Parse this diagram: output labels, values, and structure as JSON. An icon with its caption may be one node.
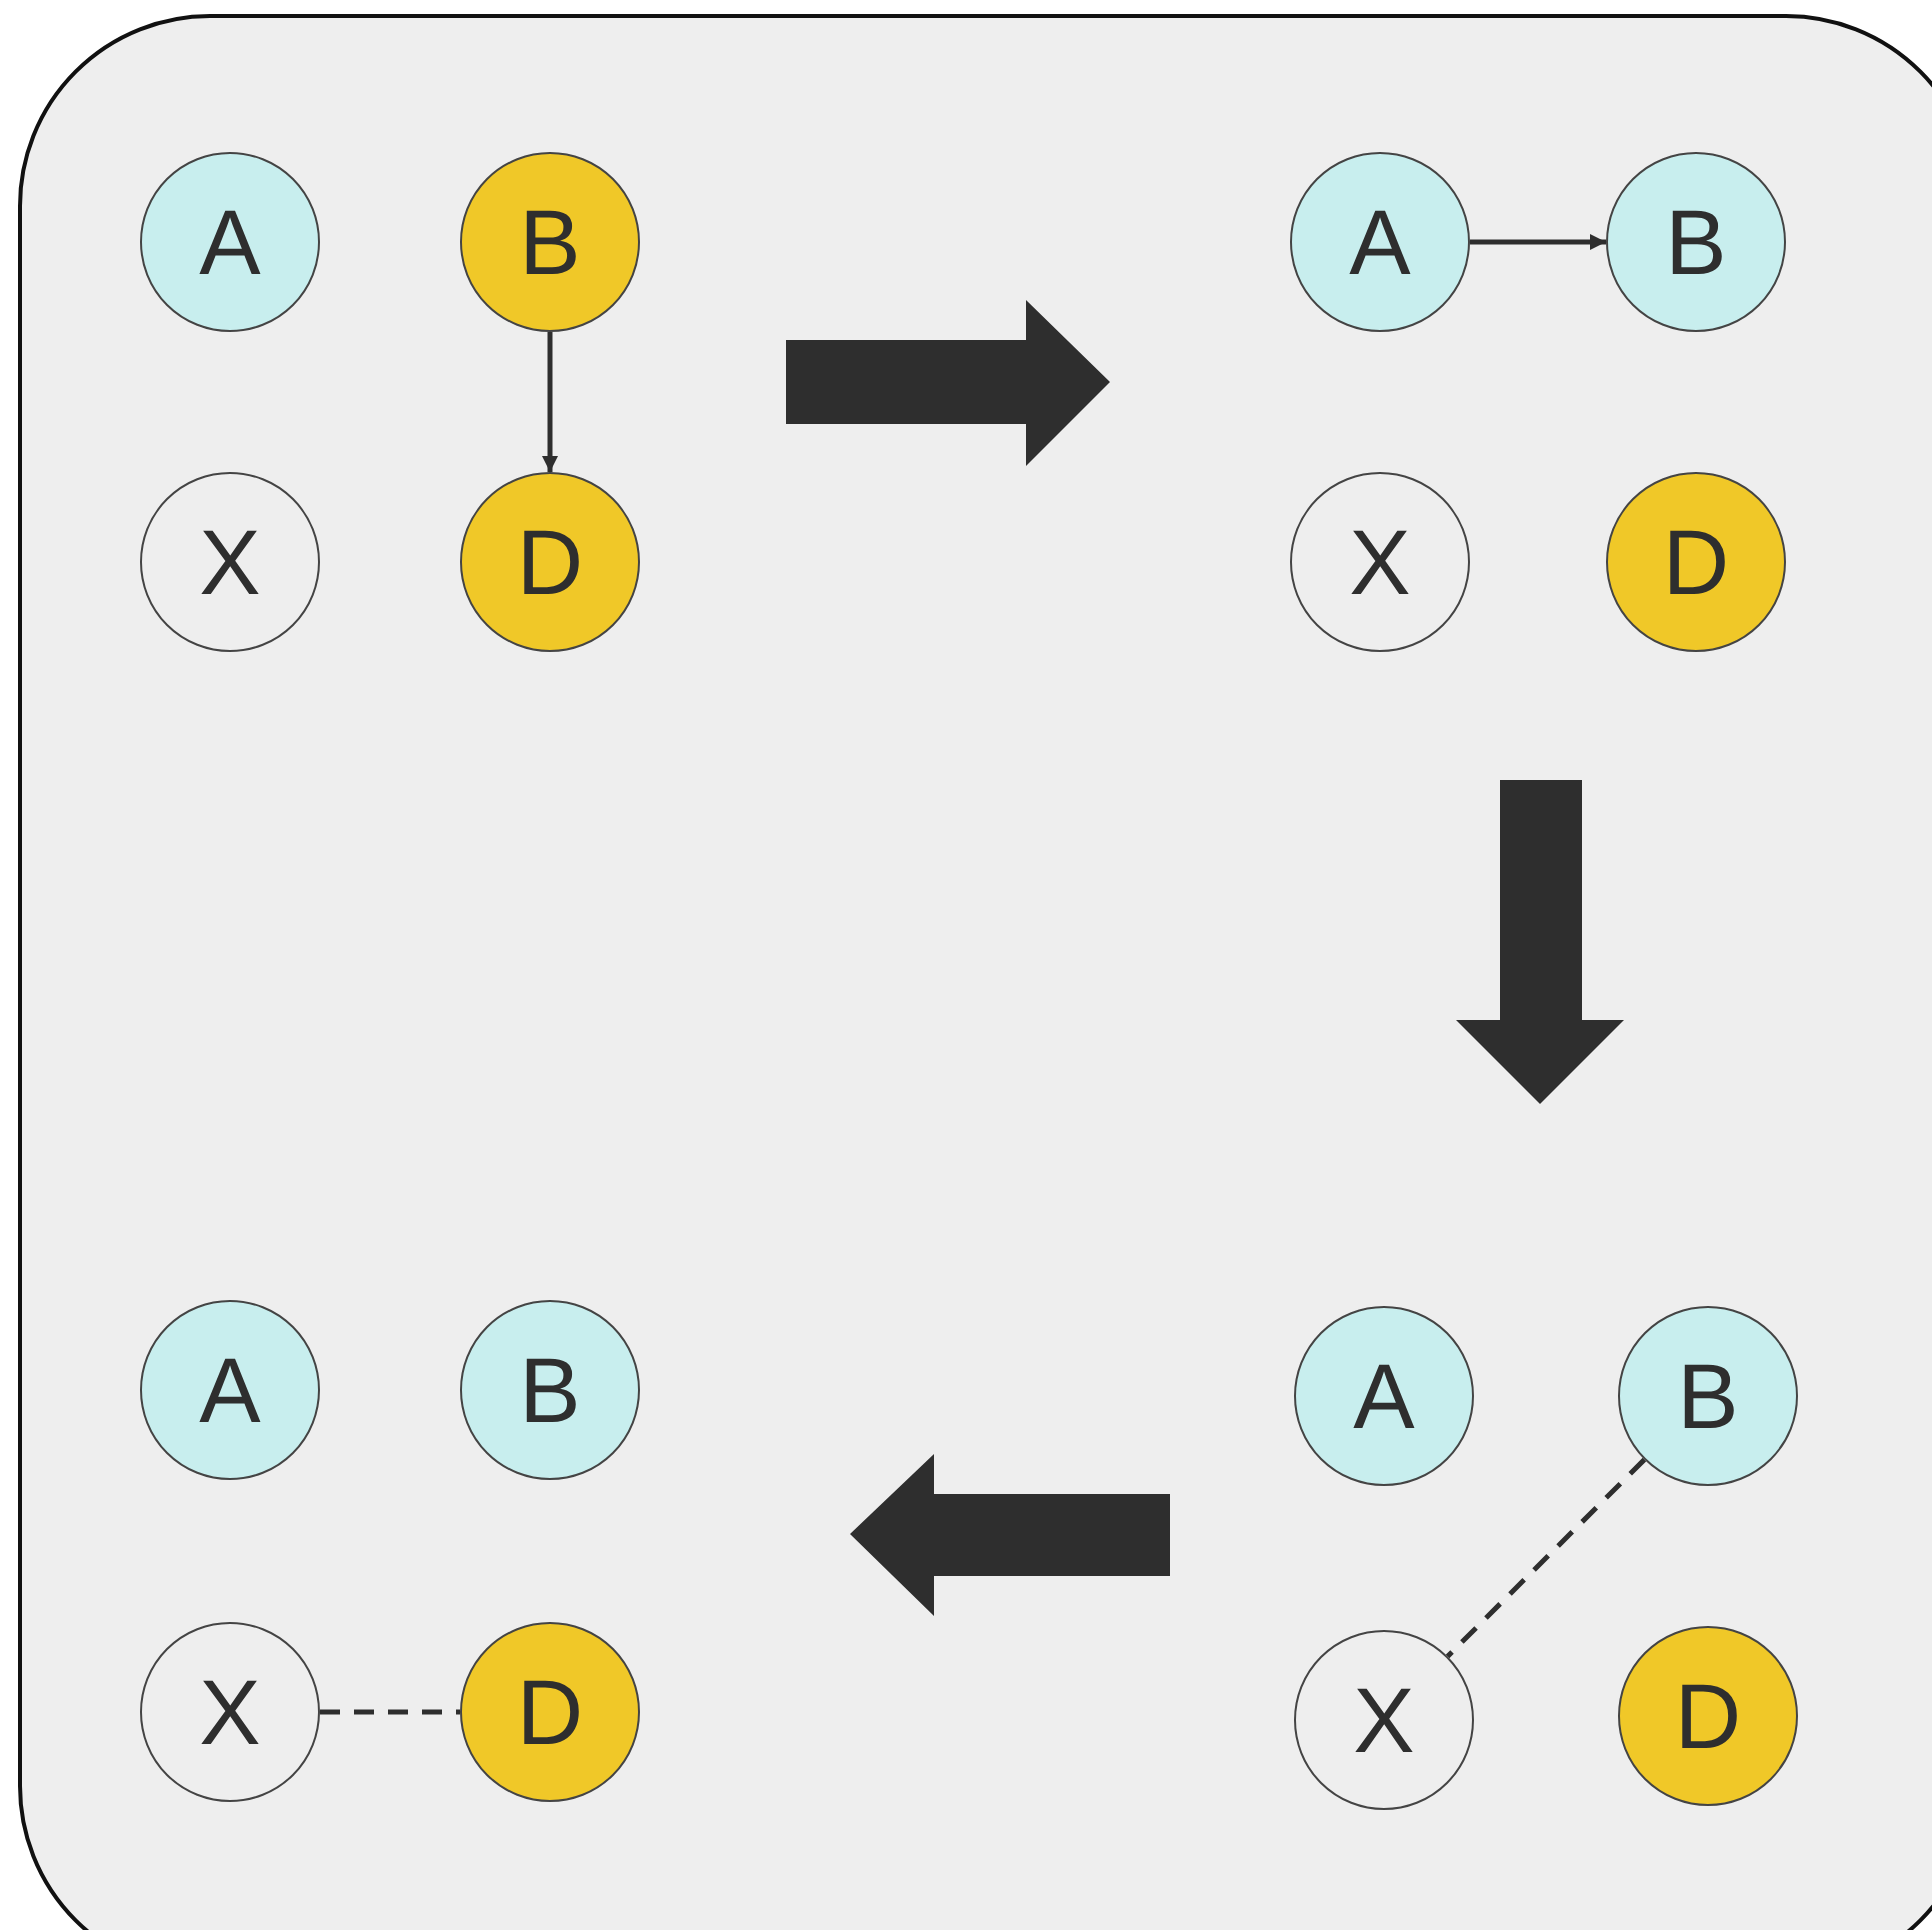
{
  "diagram": {
    "nodes": [
      {
        "text": [
          "A"
        ]
      },
      {
        "text": [
          "B"
        ]
      },
      {
        "text": [
          "X"
        ]
      },
      {
        "text": [
          "D"
        ]
      },
      {
        "text": [
          "A"
        ]
      },
      {
        "text": [
          "B"
        ]
      },
      {
        "text": [
          "X"
        ]
      },
      {
        "text": [
          "D"
        ]
      },
      {
        "text": [
          "A"
        ]
      },
      {
        "text": [
          "B"
        ]
      },
      {
        "text": [
          "X"
        ]
      },
      {
        "text": [
          "D"
        ]
      },
      {
        "text": [
          "A"
        ]
      },
      {
        "text": [
          "B"
        ]
      },
      {
        "text": [
          "X"
        ]
      },
      {
        "text": [
          "D"
        ]
      }
    ],
    "edges": [
      {
        "from": 1,
        "to": 3,
        "arrow": "to"
      },
      {
        "from": 4,
        "to": 5,
        "arrow": "to"
      },
      {
        "from": 10,
        "to": 11,
        "arrow": "none",
        "style": "dashed"
      },
      {
        "from": 13,
        "to": 14,
        "arrow": "none",
        "style": "dashed"
      }
    ]
  }
}
